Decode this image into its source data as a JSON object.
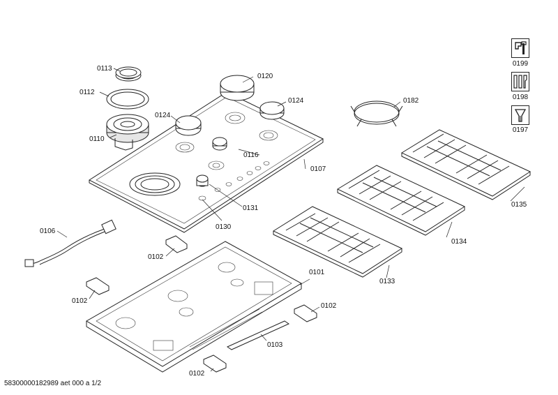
{
  "labels": {
    "l0113": "0113",
    "l0112": "0112",
    "l0110": "0110",
    "l0120": "0120",
    "l0124a": "0124",
    "l0124b": "0124",
    "l0116": "0116",
    "l0107": "0107",
    "l0131": "0131",
    "l0130": "0130",
    "l0182": "0182",
    "l0135": "0135",
    "l0134": "0134",
    "l0133": "0133",
    "l0106": "0106",
    "l0102a": "0102",
    "l0102b": "0102",
    "l0102c": "0102",
    "l0102d": "0102",
    "l0101": "0101",
    "l0103": "0103",
    "l0199": "0199",
    "l0198": "0198",
    "l0197": "0197"
  },
  "footer": "58300000182989 aet 000 a 1/2",
  "icons": {
    "tool0199": "wrench-tool-icon",
    "tool0198": "tool-set-icon",
    "tool0197": "grease-tool-icon"
  }
}
